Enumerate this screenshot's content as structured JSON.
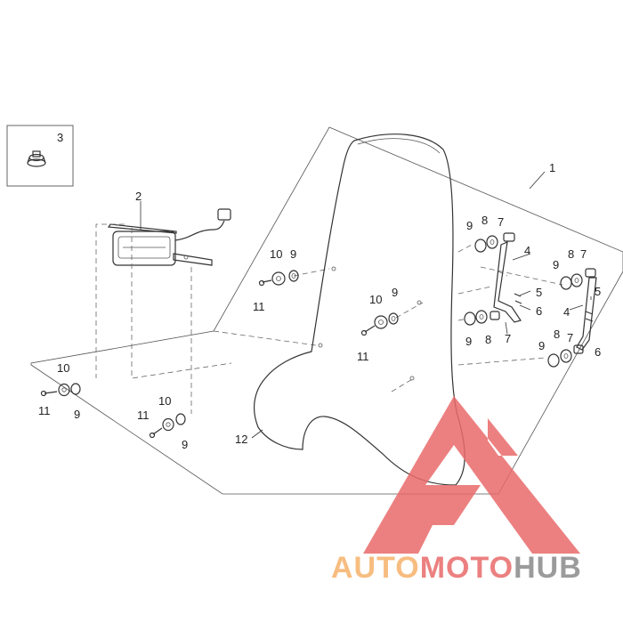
{
  "diagram": {
    "callouts": {
      "c1": "1",
      "c2": "2",
      "c3": "3",
      "c4a": "4",
      "c4b": "4",
      "c5a": "5",
      "c5b": "5",
      "c6a": "6",
      "c6b": "6",
      "c7a": "7",
      "c7b": "7",
      "c7c": "7",
      "c7d": "7",
      "c8a": "8",
      "c8b": "8",
      "c8c": "8",
      "c8d": "8",
      "c9a": "9",
      "c9b": "9",
      "c9c": "9",
      "c9d": "9",
      "c9e": "9",
      "c9f": "9",
      "c9g": "9",
      "c9h": "9",
      "c10a": "10",
      "c10b": "10",
      "c10c": "10",
      "c10d": "10",
      "c11a": "11",
      "c11b": "11",
      "c11c": "11",
      "c11d": "11",
      "c12": "12"
    }
  },
  "watermark": {
    "part1": "AUTO",
    "part2": "MOTO",
    "part3": "HUB",
    "color1": "#f6b26b",
    "color2": "#e96a6a",
    "color3": "#8a8a8a"
  }
}
